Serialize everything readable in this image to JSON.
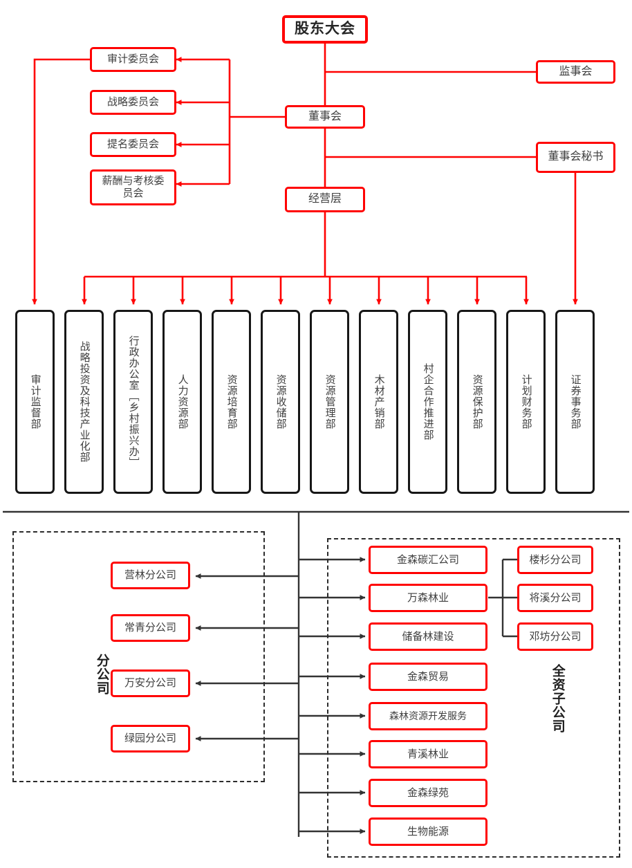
{
  "diagram": {
    "title_box": {
      "label": "股东大会"
    },
    "governance": [
      {
        "id": "board",
        "label": "董事会"
      },
      {
        "id": "supervisory",
        "label": "监事会"
      },
      {
        "id": "board-secretary",
        "label": "董事会秘书"
      },
      {
        "id": "management",
        "label": "经营层"
      }
    ],
    "committees": [
      {
        "label": "审计委员会"
      },
      {
        "label": "战略委员会"
      },
      {
        "label": "提名委员会"
      },
      {
        "label": "薪酬与考核委员会"
      }
    ],
    "departments": [
      {
        "label": "审计监督部"
      },
      {
        "label": "战略投资及科技产业化部"
      },
      {
        "label": "行政办公室［乡村振兴办］"
      },
      {
        "label": "人力资源部"
      },
      {
        "label": "资源培育部"
      },
      {
        "label": "资源收储部"
      },
      {
        "label": "资源管理部"
      },
      {
        "label": "木材产销部"
      },
      {
        "label": "村企合作推进部"
      },
      {
        "label": "资源保护部"
      },
      {
        "label": "计划财务部"
      },
      {
        "label": "证券事务部"
      }
    ],
    "branch_group": {
      "label": "分公司",
      "items": [
        {
          "label": "营林分公司"
        },
        {
          "label": "常青分公司"
        },
        {
          "label": "万安分公司"
        },
        {
          "label": "绿园分公司"
        }
      ]
    },
    "subsidiary_group": {
      "label": "全资子公司",
      "items": [
        {
          "label": "金森碳汇公司"
        },
        {
          "label": "万森林业"
        },
        {
          "label": "储备林建设"
        },
        {
          "label": "金森贸易"
        },
        {
          "label": "森林资源开发服务"
        },
        {
          "label": "青溪林业"
        },
        {
          "label": "金森绿苑"
        },
        {
          "label": "生物能源"
        }
      ],
      "sub_branches": [
        {
          "label": "楼杉分公司"
        },
        {
          "label": "将溪分公司"
        },
        {
          "label": "邓坊分公司"
        }
      ]
    },
    "colors": {
      "accent_red": "#ff0000",
      "line_dark": "#333333",
      "box_black": "#171717",
      "text": "#3f3f3f"
    }
  }
}
